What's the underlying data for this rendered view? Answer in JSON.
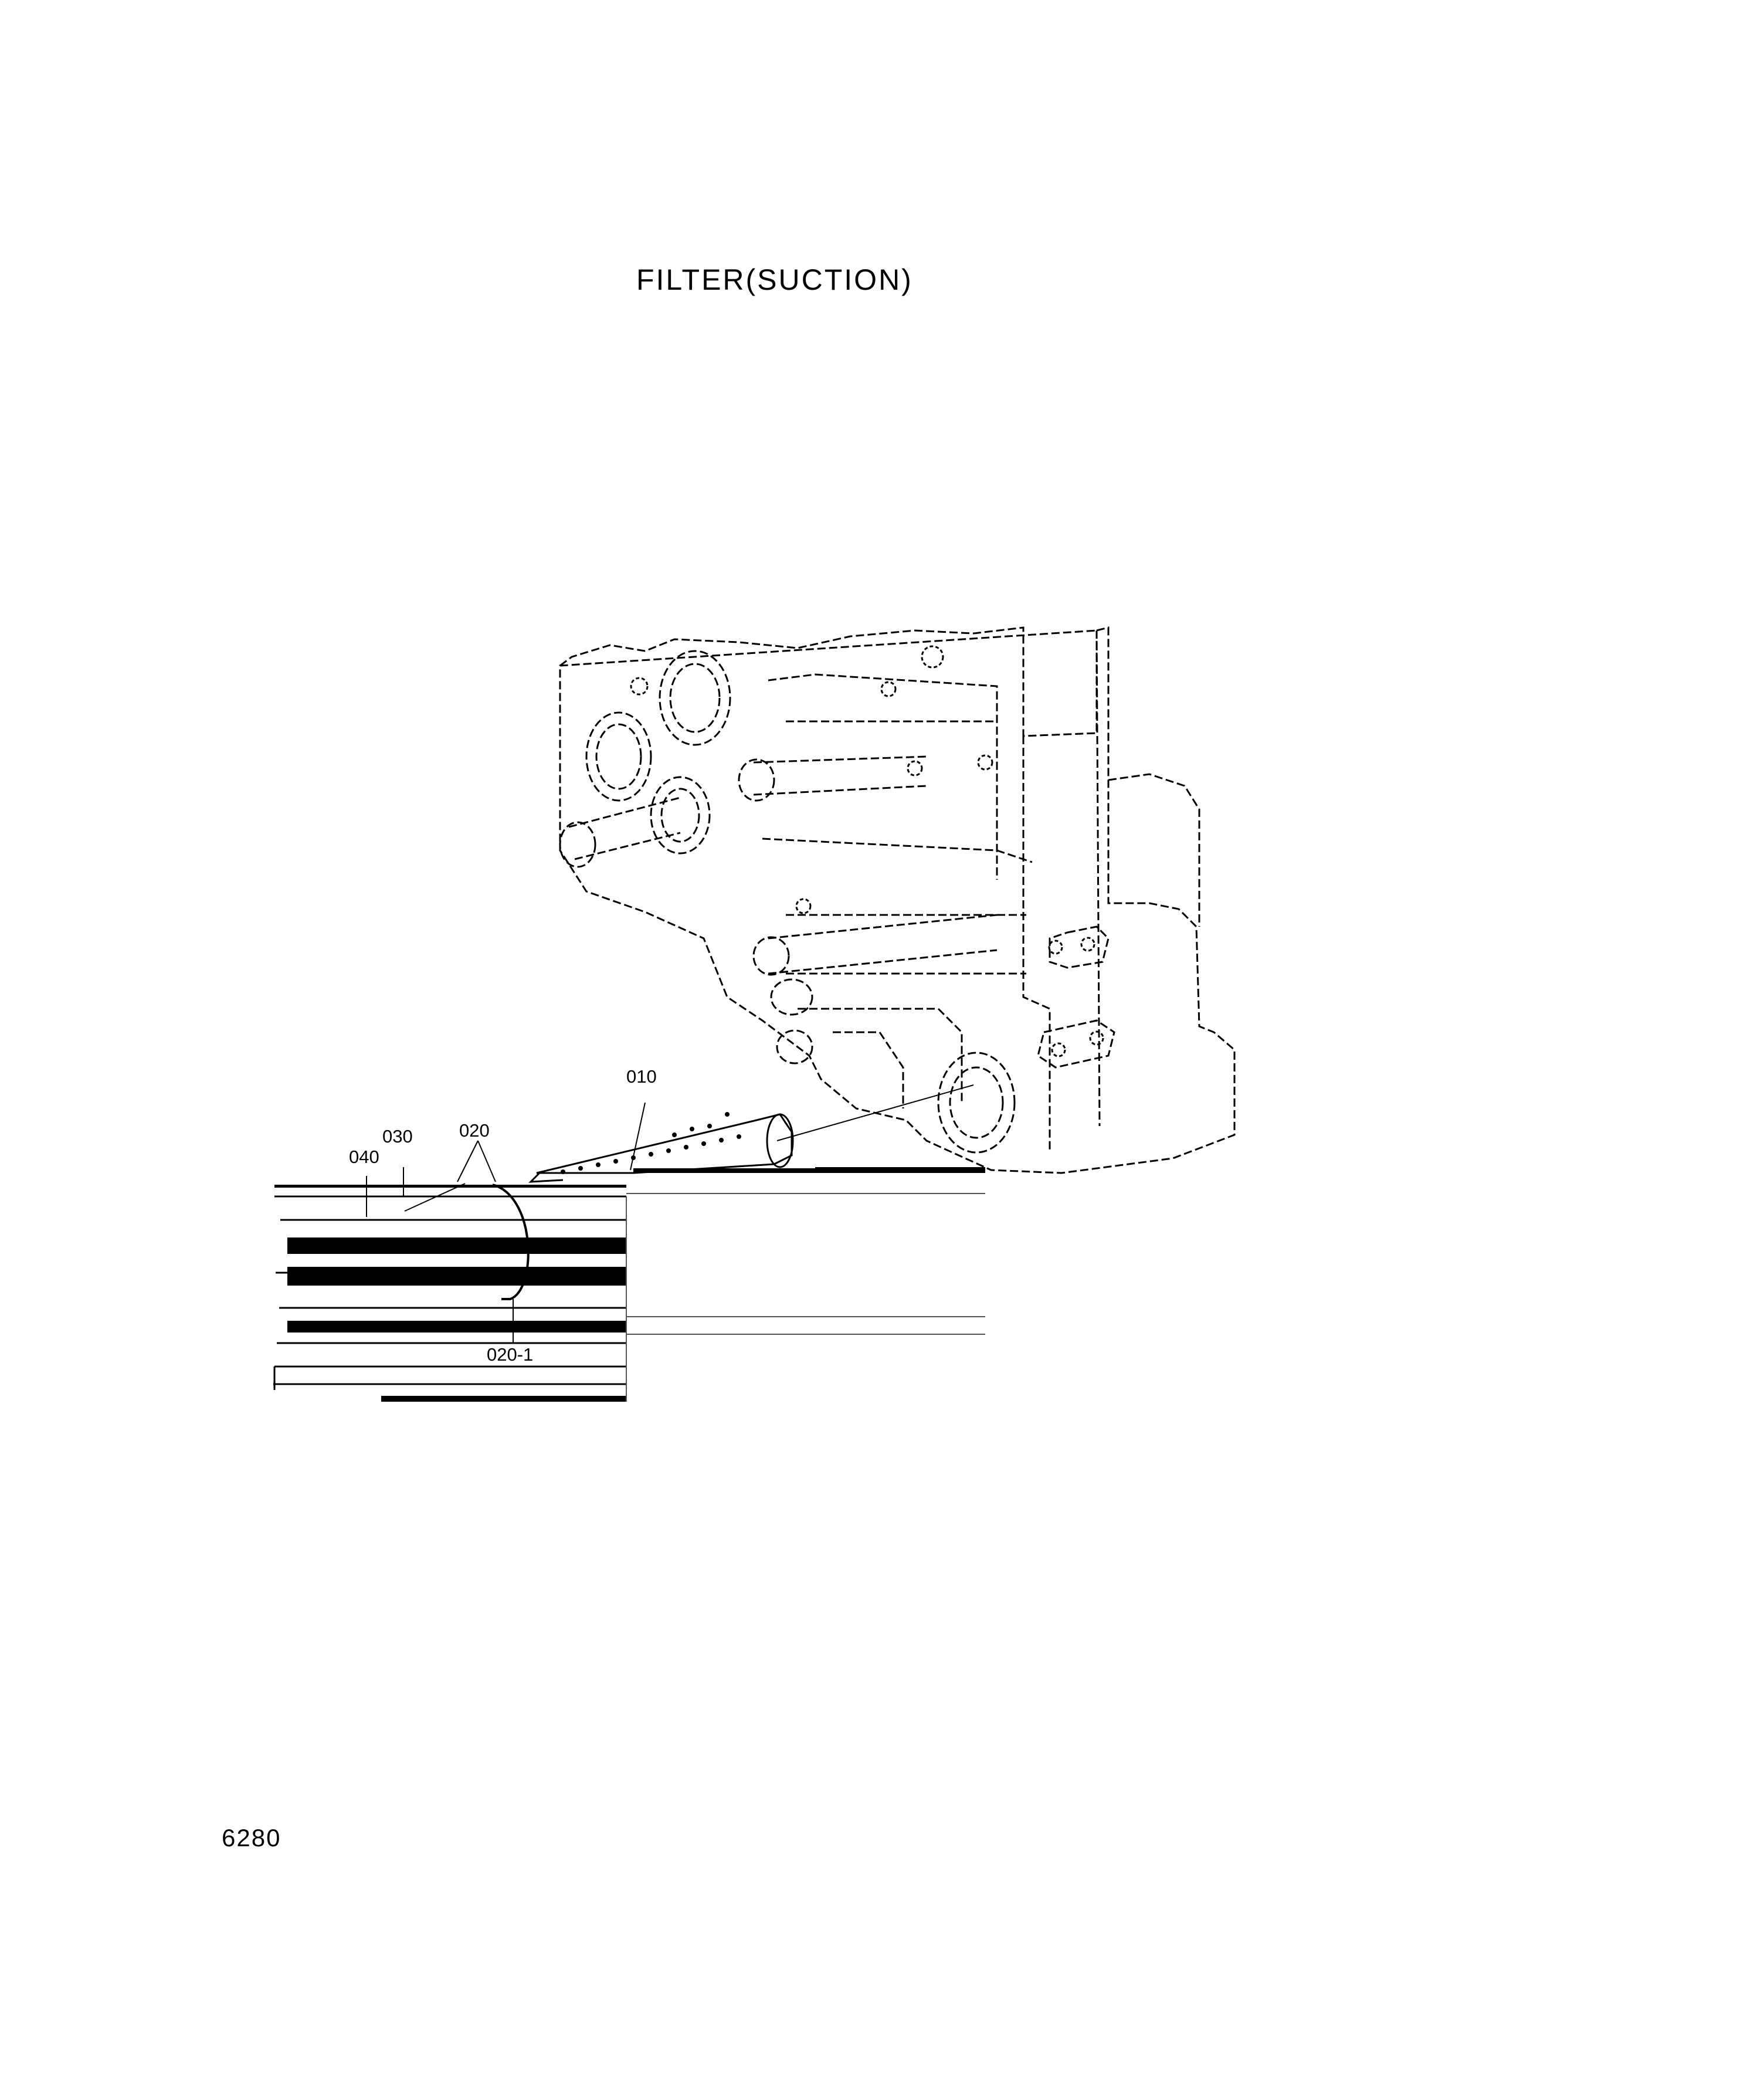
{
  "title": "FILTER(SUCTION)",
  "page_number": "6280",
  "callouts": {
    "c010": "010",
    "c020": "020",
    "c030": "030",
    "c040": "040",
    "c020_1": "020-1"
  }
}
